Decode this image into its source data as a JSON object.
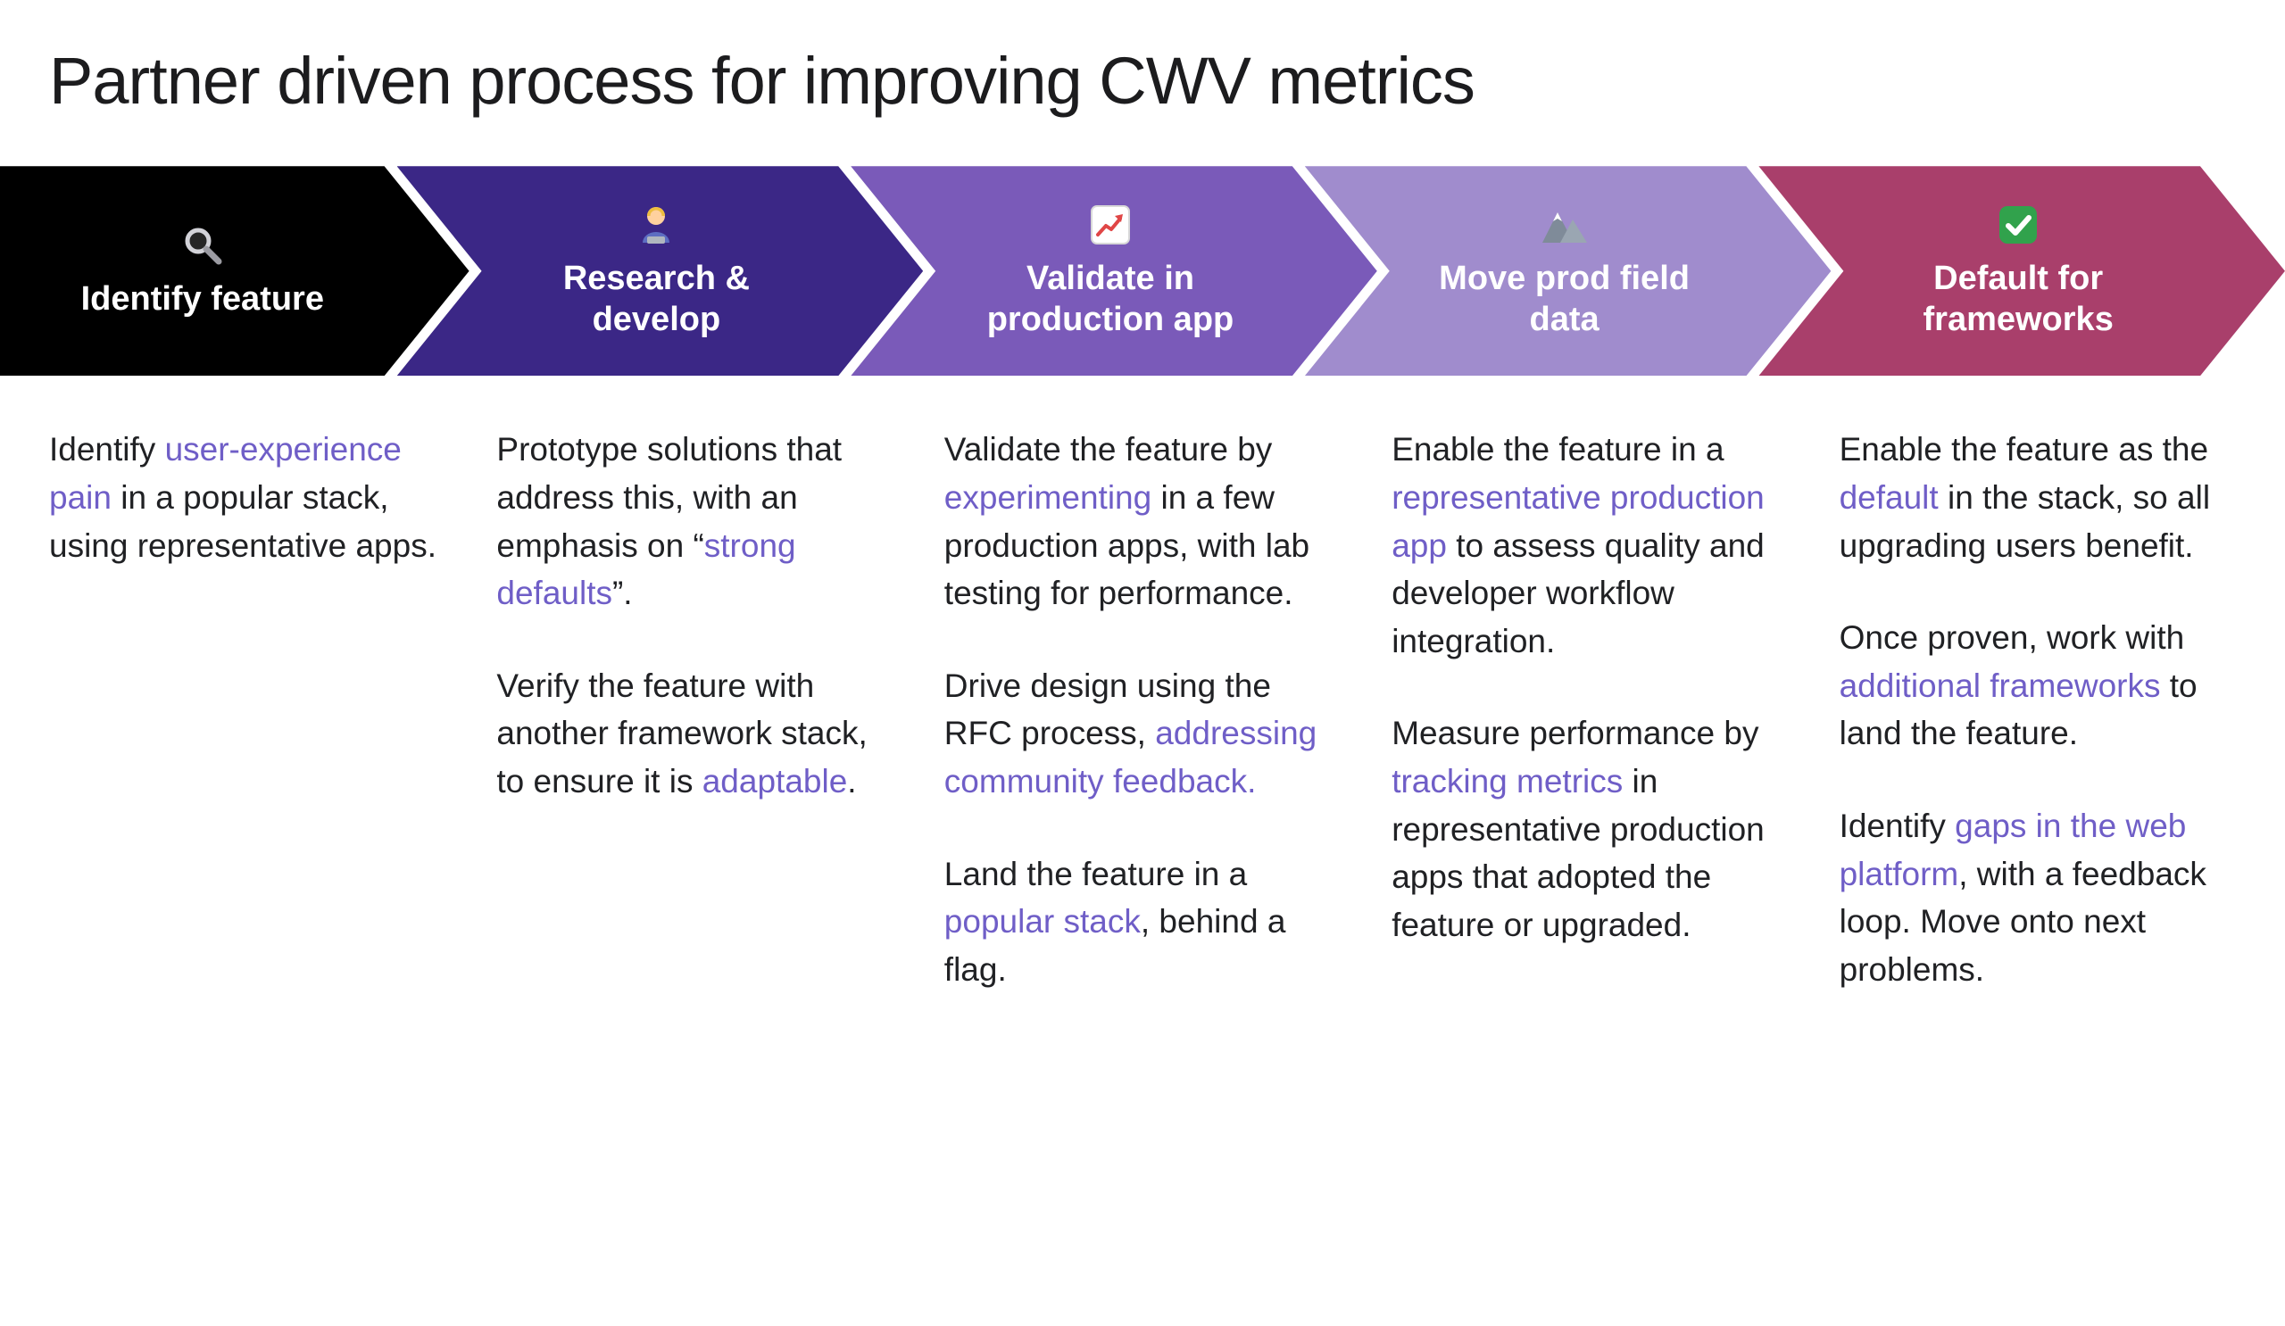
{
  "slide": {
    "title": "Partner driven process for improving CWV metrics"
  },
  "colors": {
    "link": "#6f5ec7",
    "body_text": "#202124",
    "chevron_text": "#ffffff"
  },
  "steps": [
    {
      "id": "identify-feature",
      "label": "Identify feature",
      "icon_name": "magnifying-glass-icon",
      "glyph": "🔍",
      "color": "#000000",
      "paragraphs": [
        [
          {
            "text": "Identify "
          },
          {
            "text": "user-experience pain",
            "link": true
          },
          {
            "text": " in a popular stack, using representative apps."
          }
        ]
      ]
    },
    {
      "id": "research-develop",
      "label": "Research & develop",
      "icon_name": "woman-technologist-icon",
      "glyph": "👩‍💻",
      "color": "#3b2786",
      "paragraphs": [
        [
          {
            "text": "Prototype solutions that address this, with an emphasis on “"
          },
          {
            "text": "strong defaults",
            "link": true
          },
          {
            "text": "”."
          }
        ],
        [
          {
            "text": "Verify the feature with another framework stack, to ensure it is "
          },
          {
            "text": "adaptable",
            "link": true
          },
          {
            "text": "."
          }
        ]
      ]
    },
    {
      "id": "validate-in-production-app",
      "label": "Validate in production app",
      "icon_name": "chart-increasing-icon",
      "glyph": "📈",
      "color": "#7a5ab9",
      "paragraphs": [
        [
          {
            "text": "Validate the feature by "
          },
          {
            "text": "experimenting",
            "link": true
          },
          {
            "text": " in a few production apps, with lab testing for performance."
          }
        ],
        [
          {
            "text": "Drive design using the RFC process, "
          },
          {
            "text": "addressing community feedback.",
            "link": true
          }
        ],
        [
          {
            "text": "Land the feature in a "
          },
          {
            "text": "popular stack",
            "link": true
          },
          {
            "text": ", behind a flag."
          }
        ]
      ]
    },
    {
      "id": "move-prod-field-data",
      "label": "Move prod field data",
      "icon_name": "mountain-icon",
      "glyph": "🏔️",
      "color": "#a08ccd",
      "paragraphs": [
        [
          {
            "text": "Enable the feature in a "
          },
          {
            "text": "representative production app",
            "link": true
          },
          {
            "text": " to assess quality and developer workflow integration."
          }
        ],
        [
          {
            "text": "Measure performance by "
          },
          {
            "text": "tracking metrics",
            "link": true
          },
          {
            "text": " in representative production apps that adopted the feature or upgraded."
          }
        ]
      ]
    },
    {
      "id": "default-for-frameworks",
      "label": "Default for frameworks",
      "icon_name": "check-mark-icon",
      "glyph": "✅",
      "color": "#a93f6b",
      "paragraphs": [
        [
          {
            "text": "Enable the feature as the "
          },
          {
            "text": "default",
            "link": true
          },
          {
            "text": " in the stack, so all upgrading users benefit."
          }
        ],
        [
          {
            "text": "Once proven, work with "
          },
          {
            "text": "additional frameworks",
            "link": true
          },
          {
            "text": " to land the feature."
          }
        ],
        [
          {
            "text": "Identify "
          },
          {
            "text": "gaps in the web platform",
            "link": true
          },
          {
            "text": ", with a feedback loop. Move onto next problems."
          }
        ]
      ]
    }
  ]
}
